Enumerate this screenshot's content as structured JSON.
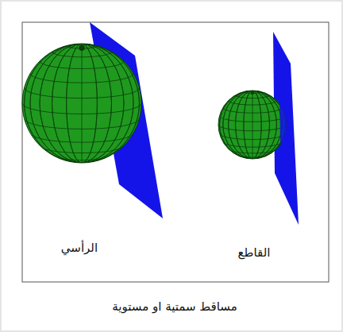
{
  "diagram": {
    "caption": "مساقط سمتية او مستوية",
    "labels": [
      "الرأسي",
      "القاطع"
    ]
  }
}
